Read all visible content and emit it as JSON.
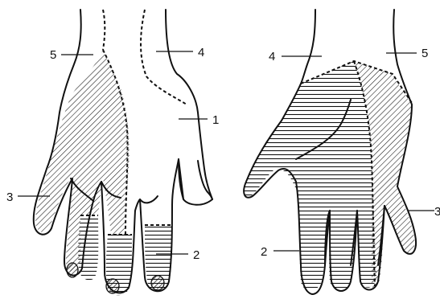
{
  "colors": {
    "ink": "#111111",
    "background": "#ffffff"
  },
  "dorsal": {
    "labels": [
      "5",
      "4",
      "1",
      "3",
      "2"
    ]
  },
  "palmar": {
    "labels": [
      "4",
      "5",
      "2",
      "3"
    ]
  }
}
